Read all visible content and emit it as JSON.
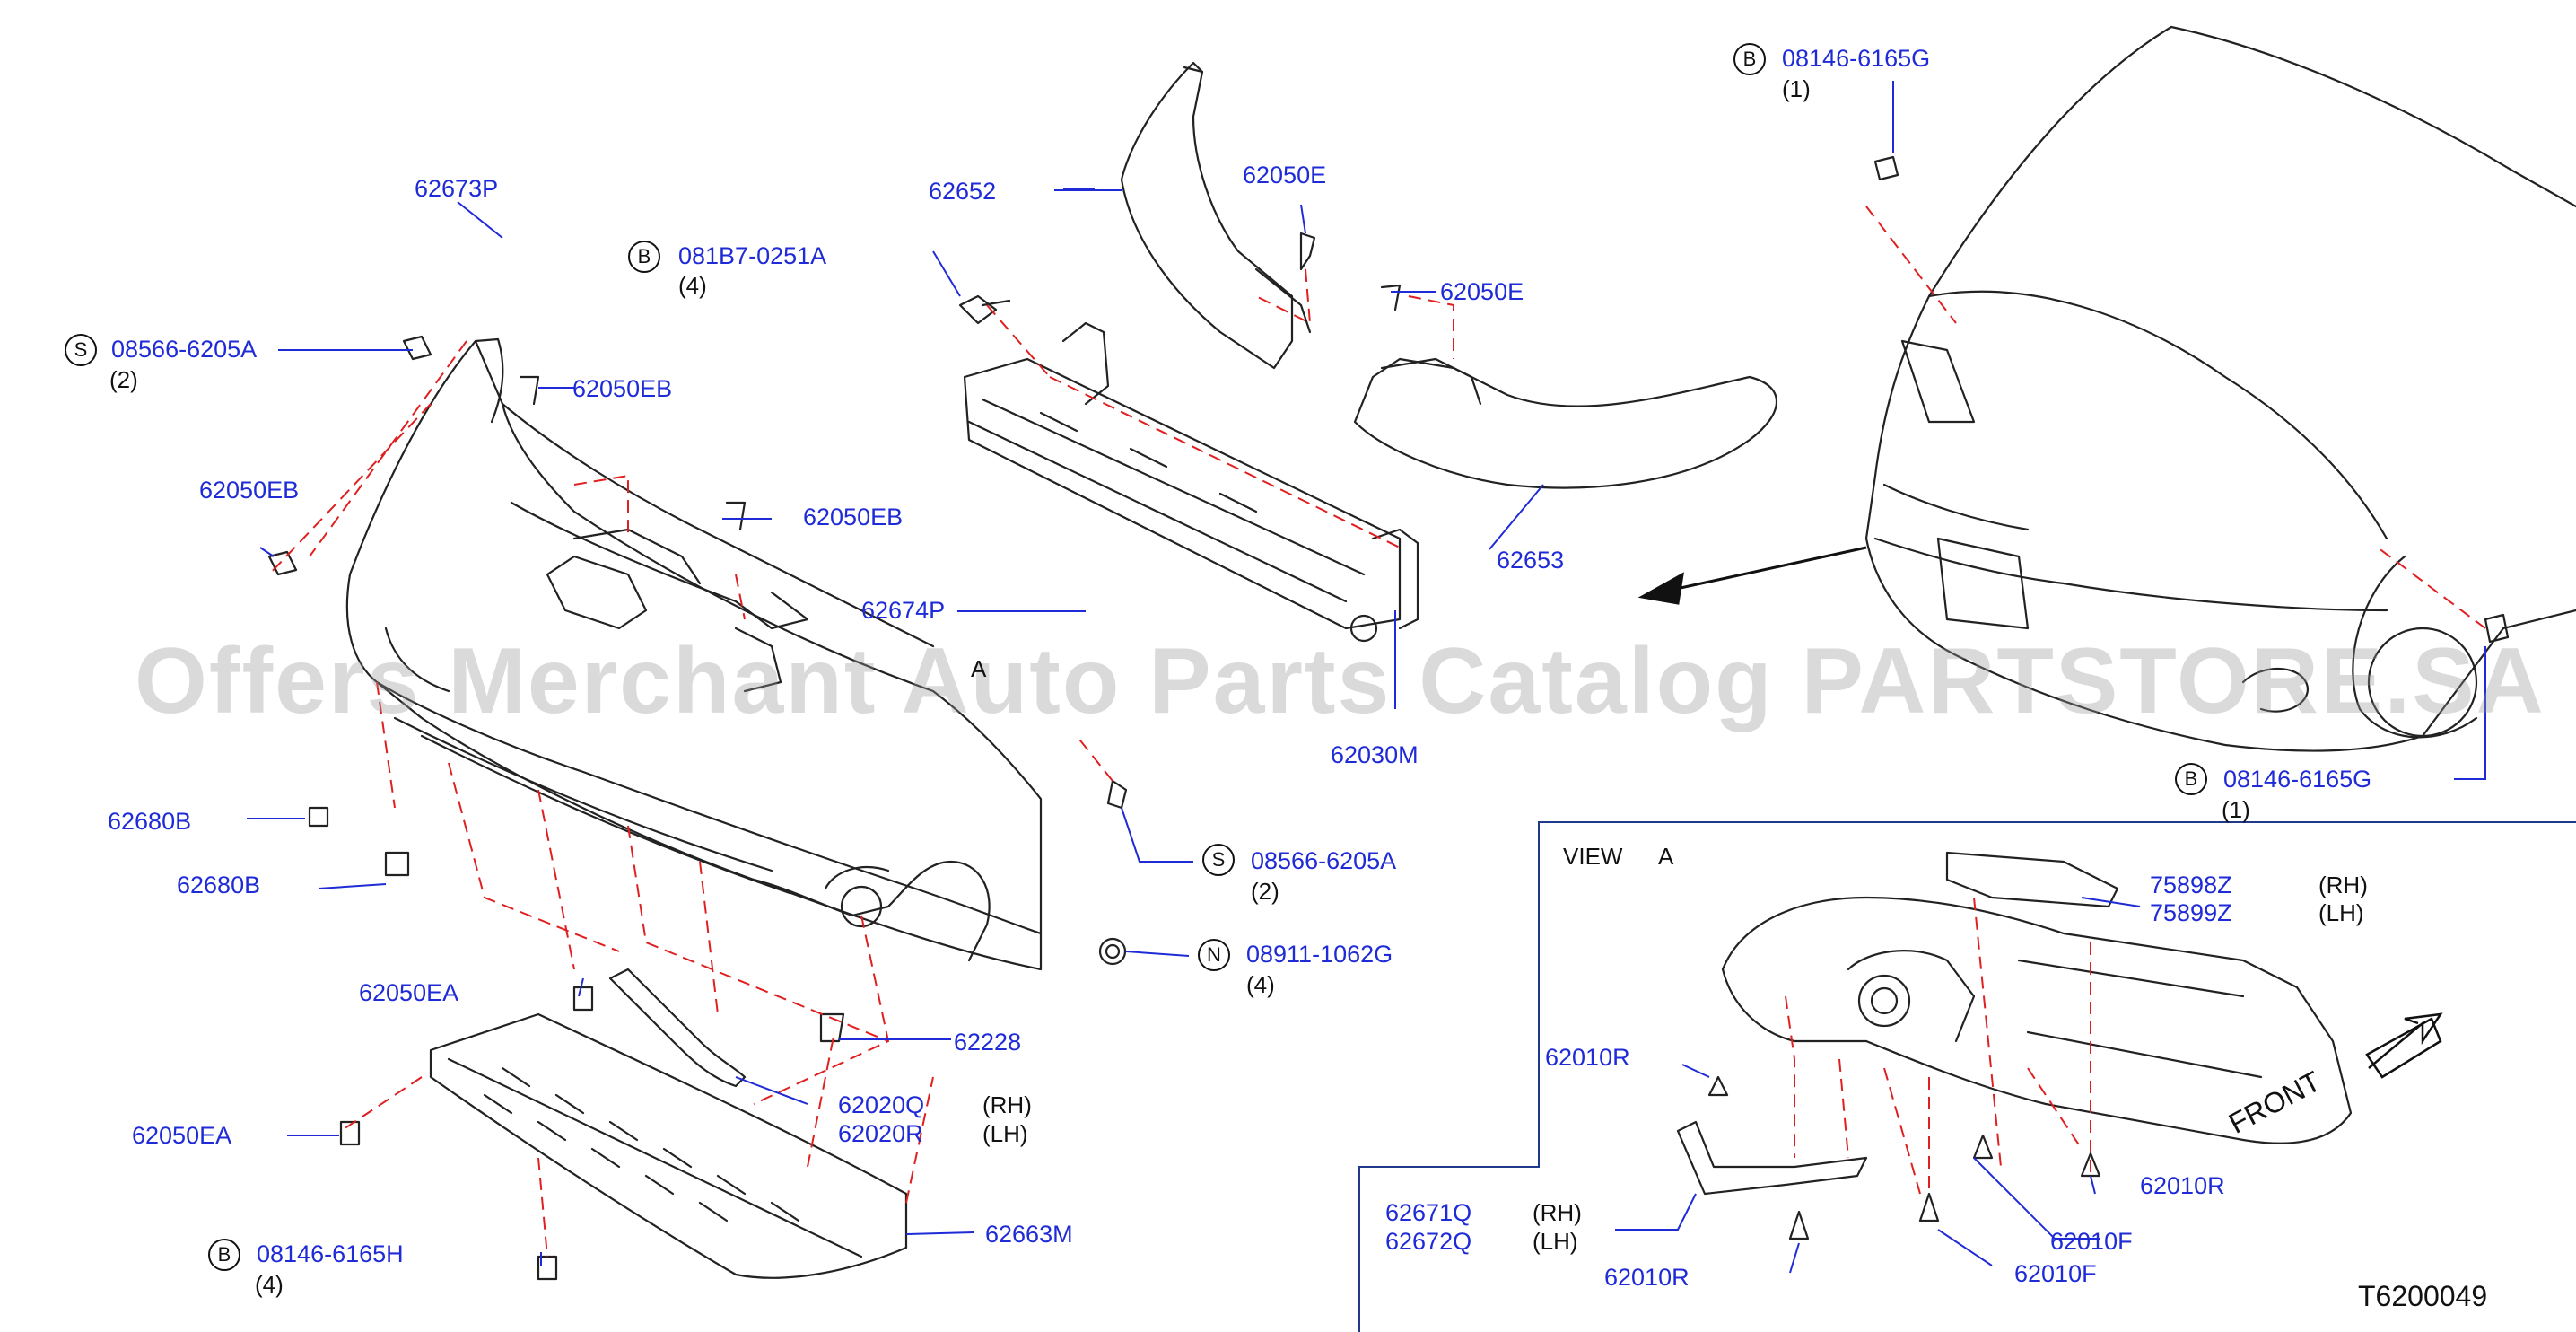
{
  "labels": {
    "p62673P": "62673P",
    "p08566_6205A_a": "08566-6205A",
    "q2_a": "(2)",
    "p62050EB_a": "62050EB",
    "p62050EB_b": "62050EB",
    "p62050EB_c": "62050EB",
    "p081B7_0251A": "081B7-0251A",
    "q4_a": "(4)",
    "p62652": "62652",
    "p62050E_a": "62050E",
    "p62050E_b": "62050E",
    "p62653": "62653",
    "p62674P": "62674P",
    "p62030M": "62030M",
    "p62680B_a": "62680B",
    "p62680B_b": "62680B",
    "p08566_6205A_b": "08566-6205A",
    "q2_b": "(2)",
    "p08911_1062G": "08911-1062G",
    "q4_b": "(4)",
    "p62050EA_a": "62050EA",
    "p62228": "62228",
    "p62020Q": "62020Q",
    "rh_a": "(RH)",
    "p62020R": "62020R",
    "lh_a": "(LH)",
    "p62050EA_b": "62050EA",
    "p62663M": "62663M",
    "p08146_6165H": "08146-6165H",
    "q4_c": "(4)",
    "p08146_6165G_a": "08146-6165G",
    "q1_a": "(1)",
    "p08146_6165G_b": "08146-6165G",
    "q1_b": "(1)",
    "view": "VIEW",
    "view_a": "A",
    "marker_a": "A",
    "p75898Z": "75898Z",
    "rh_b": "(RH)",
    "p75899Z": "75899Z",
    "lh_b": "(LH)",
    "p62010R_a": "62010R",
    "p62010R_b": "62010R",
    "p62010R_c": "62010R",
    "p62671Q": "62671Q",
    "rh_c": "(RH)",
    "p62672Q": "62672Q",
    "lh_c": "(LH)",
    "p62010F_a": "62010F",
    "p62010F_b": "62010F",
    "front": "FRONT",
    "code": "T6200049"
  },
  "symbols": {
    "S": "S",
    "B": "B",
    "N": "N"
  },
  "watermark": "Offers Merchant Auto Parts Catalog PARTSTORE.SA",
  "colors": {
    "label": "#1f2bd6",
    "leader": "#1f2bd6",
    "outline": "#222222",
    "dash": "#e02020"
  }
}
